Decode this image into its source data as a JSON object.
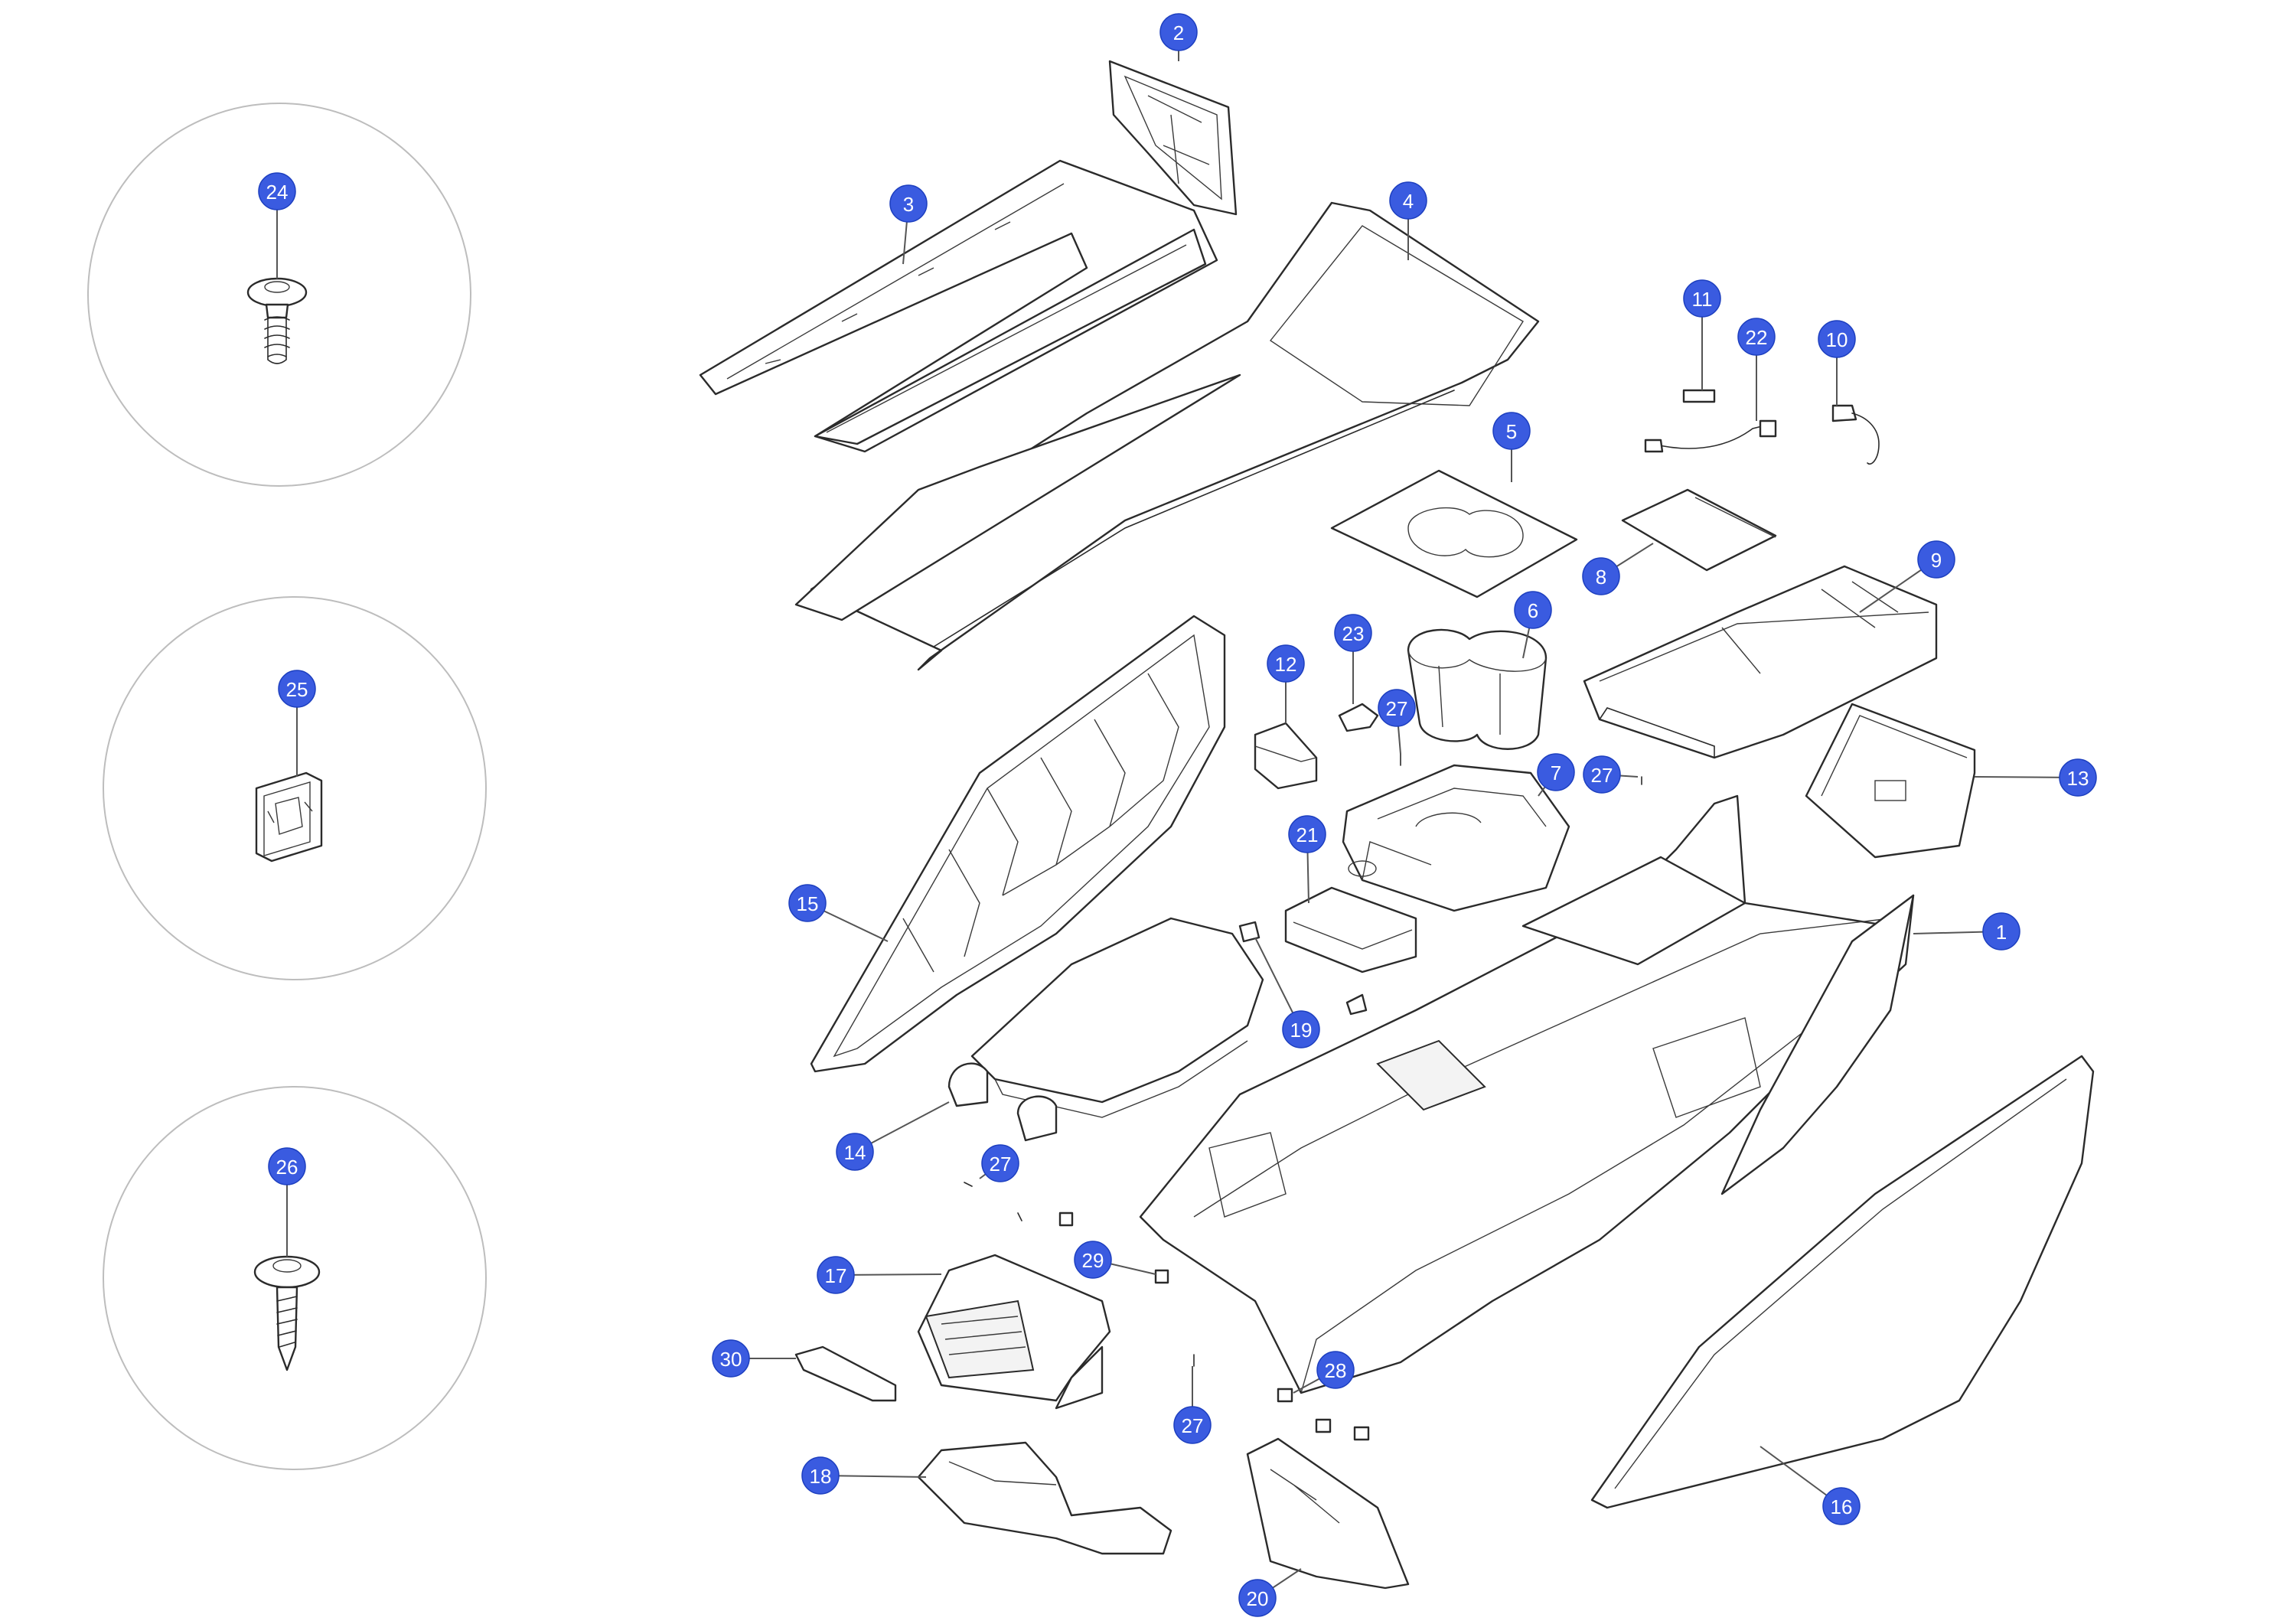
{
  "colors": {
    "callout_fill": "#3a5be0",
    "callout_text": "#ffffff",
    "line": "#2b2b2b",
    "leader": "#555555",
    "detail_circle": "#bdbdbd"
  },
  "callouts": [
    {
      "id": "1",
      "label": "1"
    },
    {
      "id": "2",
      "label": "2"
    },
    {
      "id": "3",
      "label": "3"
    },
    {
      "id": "4",
      "label": "4"
    },
    {
      "id": "5",
      "label": "5"
    },
    {
      "id": "6",
      "label": "6"
    },
    {
      "id": "7",
      "label": "7"
    },
    {
      "id": "8",
      "label": "8"
    },
    {
      "id": "9",
      "label": "9"
    },
    {
      "id": "10",
      "label": "10"
    },
    {
      "id": "11",
      "label": "11"
    },
    {
      "id": "12",
      "label": "12"
    },
    {
      "id": "13",
      "label": "13"
    },
    {
      "id": "14",
      "label": "14"
    },
    {
      "id": "15",
      "label": "15"
    },
    {
      "id": "16",
      "label": "16"
    },
    {
      "id": "17",
      "label": "17"
    },
    {
      "id": "18",
      "label": "18"
    },
    {
      "id": "19",
      "label": "19"
    },
    {
      "id": "20",
      "label": "20"
    },
    {
      "id": "21",
      "label": "21"
    },
    {
      "id": "22",
      "label": "22"
    },
    {
      "id": "23",
      "label": "23"
    },
    {
      "id": "24",
      "label": "24"
    },
    {
      "id": "25",
      "label": "25"
    },
    {
      "id": "26",
      "label": "26"
    },
    {
      "id": "27a",
      "label": "27"
    },
    {
      "id": "27b",
      "label": "27"
    },
    {
      "id": "27c",
      "label": "27"
    },
    {
      "id": "27d",
      "label": "27"
    },
    {
      "id": "28",
      "label": "28"
    },
    {
      "id": "29",
      "label": "29"
    },
    {
      "id": "30",
      "label": "30"
    }
  ]
}
